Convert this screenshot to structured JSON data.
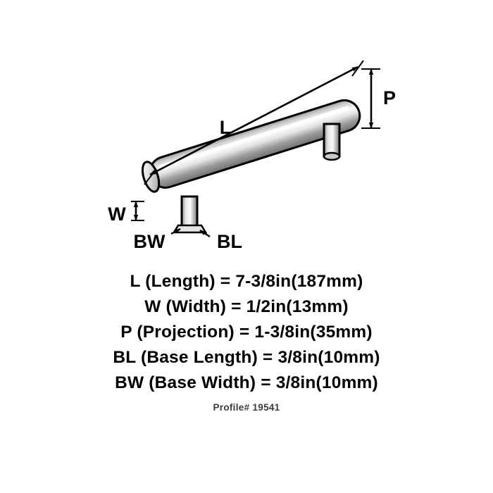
{
  "diagram": {
    "labels": {
      "length": "L",
      "width": "W",
      "projection": "P",
      "base_width": "BW",
      "base_length": "BL"
    },
    "product_type": "bar-pull-handle"
  },
  "specs": [
    "L (Length) = 7-3/8in(187mm)",
    "W (Width) = 1/2in(13mm)",
    "P (Projection) = 1-3/8in(35mm)",
    "BL (Base Length) = 3/8in(10mm)",
    "BW (Base Width) = 3/8in(10mm)"
  ],
  "profile": "Profile# 19541",
  "colors": {
    "line": "#000000",
    "metal_light": "#f2f2f2",
    "metal_mid": "#d9d9d9",
    "metal_dark": "#7d7d7d",
    "text": "#000000",
    "subtext": "#3d3d3d"
  }
}
